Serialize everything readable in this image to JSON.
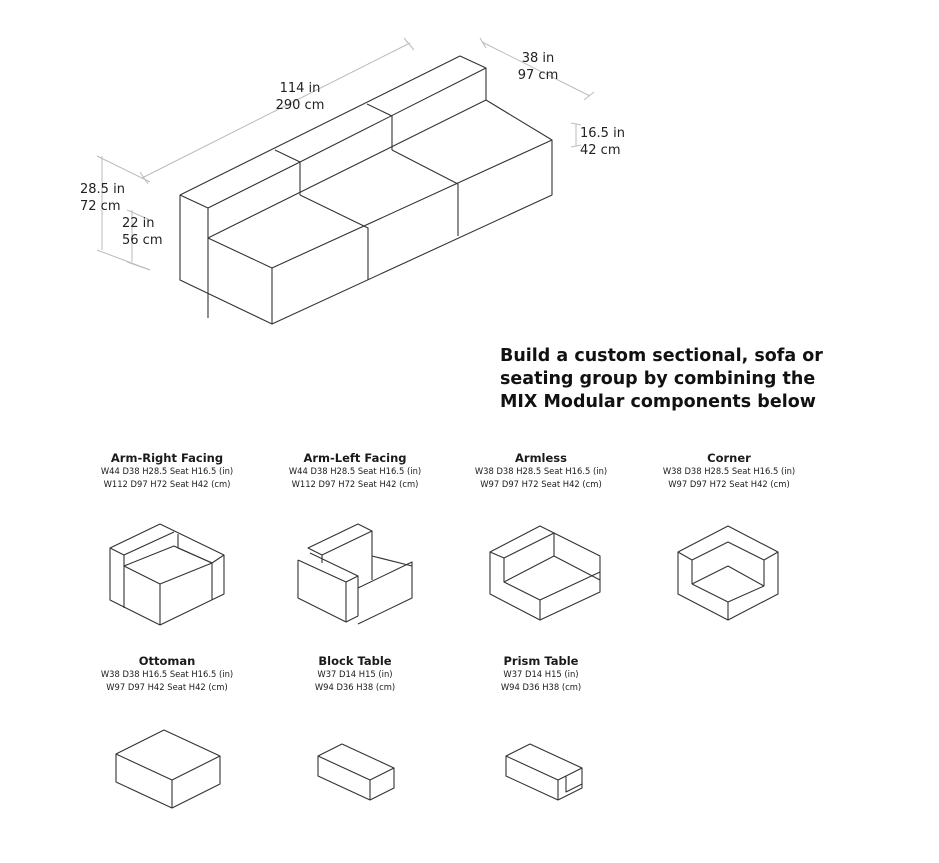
{
  "sofa_dimensions": {
    "length": {
      "in": "114 in",
      "cm": "290 cm"
    },
    "depth": {
      "in": "38 in",
      "cm": "97 cm"
    },
    "seat_height": {
      "in": "16.5 in",
      "cm": "42 cm"
    },
    "back_height": {
      "in": "28.5 in",
      "cm": "72 cm"
    },
    "arm_height": {
      "in": "22 in",
      "cm": "56 cm"
    }
  },
  "headline": {
    "line1": "Build a custom sectional, sofa or",
    "line2": "seating group by combining the",
    "line3": "MIX Modular components below"
  },
  "components": [
    {
      "name": "Arm-Right Facing",
      "spec_in": "W44 D38 H28.5 Seat H16.5 (in)",
      "spec_cm": "W112 D97 H72 Seat H42 (cm)"
    },
    {
      "name": "Arm-Left Facing",
      "spec_in": "W44 D38 H28.5 Seat H16.5 (in)",
      "spec_cm": "W112 D97 H72 Seat H42 (cm)"
    },
    {
      "name": "Armless",
      "spec_in": "W38 D38 H28.5 Seat H16.5 (in)",
      "spec_cm": "W97 D97 H72 Seat H42 (cm)"
    },
    {
      "name": "Corner",
      "spec_in": "W38 D38 H28.5 Seat H16.5 (in)",
      "spec_cm": "W97 D97 H72 Seat H42 (cm)"
    },
    {
      "name": "Ottoman",
      "spec_in": "W38 D38 H16.5 Seat H16.5 (in)",
      "spec_cm": "W97 D97 H42 Seat H42 (cm)"
    },
    {
      "name": "Block Table",
      "spec_in": "W37 D14 H15 (in)",
      "spec_cm": "W94 D36 H38 (cm)"
    },
    {
      "name": "Prism Table",
      "spec_in": "W37 D14 H15 (in)",
      "spec_cm": "W94 D36 H38 (cm)"
    }
  ]
}
